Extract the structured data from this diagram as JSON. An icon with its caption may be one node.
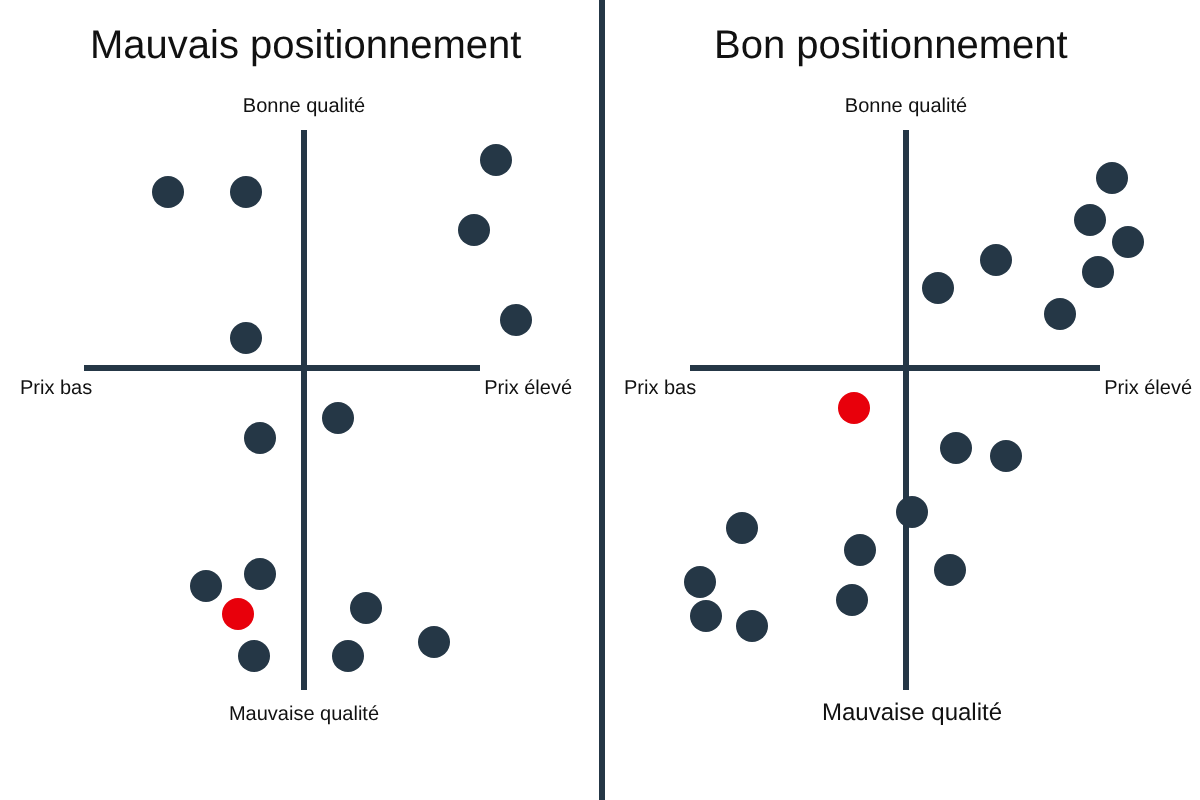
{
  "diagram": {
    "labels": [
      "Mauvais positionnement",
      "Bon positionnement",
      "Bonne qualité",
      "Bonne qualité",
      "Prix bas",
      "Prix élevé",
      "Prix bas",
      "Prix élevé",
      "Mauvaise qualité",
      "Mauvaise qualité"
    ]
  }
}
